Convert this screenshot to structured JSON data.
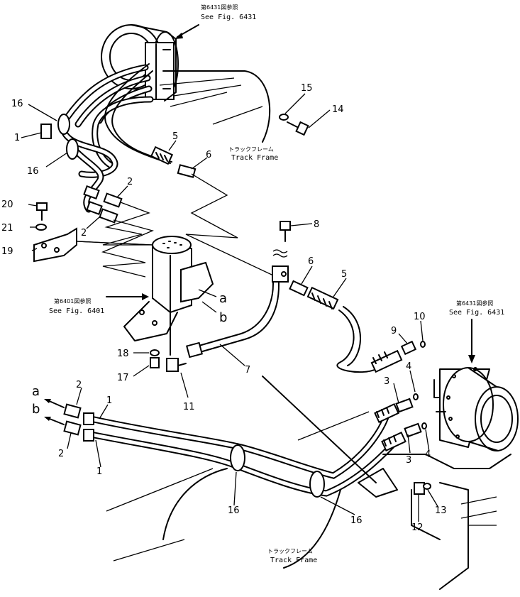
{
  "callouts": {
    "p1a": "1",
    "p1b": "1",
    "p1c": "1",
    "p2a": "2",
    "p2b": "2",
    "p2c": "2",
    "p2d": "2",
    "p3a": "3",
    "p3b": "3",
    "p4a": "4",
    "p4b": "4",
    "p5a": "5",
    "p5b": "5",
    "p6a": "6",
    "p6b": "6",
    "p7": "7",
    "p8": "8",
    "p9": "9",
    "p10": "10",
    "p11": "11",
    "p12": "12",
    "p13": "13",
    "p14": "14",
    "p15": "15",
    "p16a": "16",
    "p16b": "16",
    "p16c": "16",
    "p16d": "16",
    "p17": "17",
    "p18": "18",
    "p19": "19",
    "p20": "20",
    "p21": "21"
  },
  "port_letters": {
    "a_valve": "a",
    "b_valve": "b",
    "a_left": "a",
    "b_left": "b"
  },
  "references": {
    "top_jp": "第6431図参照",
    "top_en": "See Fig. 6431",
    "mid_jp": "第6401図参照",
    "mid_en": "See Fig. 6401",
    "right_jp": "第6431図参照",
    "right_en": "See Fig. 6431"
  },
  "frame_labels": {
    "upper_jp": "トラックフレーム",
    "upper_en": "Track Frame",
    "lower_jp": "トラックフレーム",
    "lower_en": "Track Frame"
  }
}
